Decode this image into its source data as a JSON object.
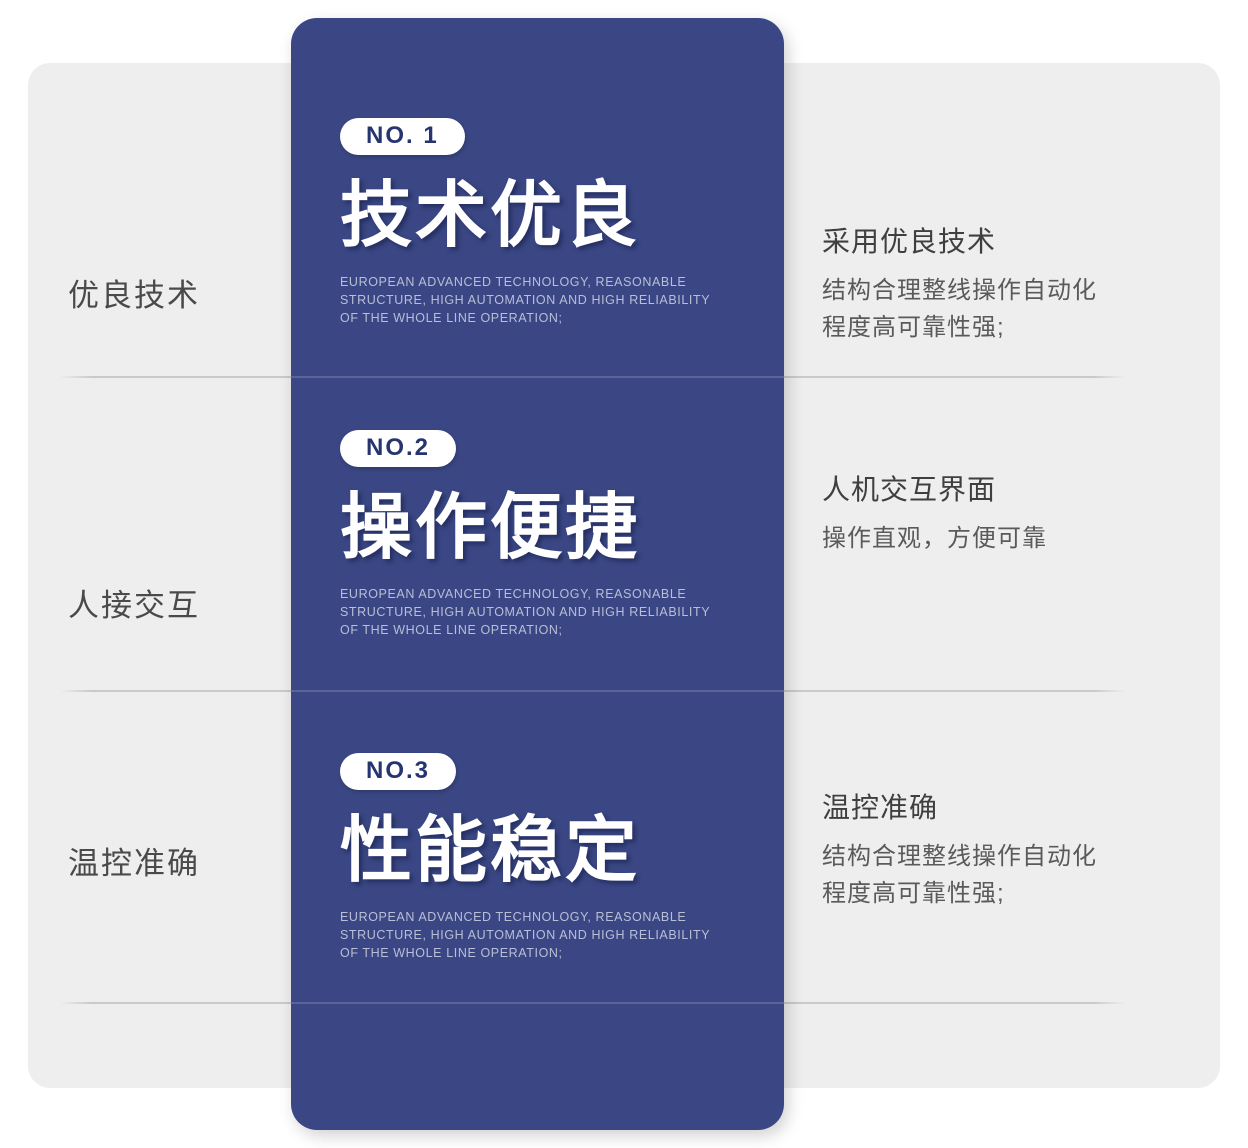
{
  "theme": {
    "card_blue": "#3a4784",
    "badge_text_blue": "#26356f",
    "backdrop_grey": "#eeeeee",
    "page_white": "#ffffff",
    "english_text_color": "#b9bfd6",
    "left_label_color": "#4a4a4a",
    "right_head_color": "#3f3f3f",
    "right_body_color": "#5a5a5a",
    "divider_color": "#c9c9c9"
  },
  "rows": [
    {
      "left_label": "优良技术",
      "badge": "NO. 1",
      "big_title": "技术优良",
      "english": "EUROPEAN ADVANCED TECHNOLOGY, REASONABLE STRUCTURE, HIGH AUTOMATION AND HIGH RELIABILITY OF THE WHOLE LINE OPERATION;",
      "right_head": "采用优良技术",
      "right_lines": [
        "结构合理整线操作自动化",
        "程度高可靠性强;"
      ]
    },
    {
      "left_label": "人接交互",
      "badge": "NO.2",
      "big_title": "操作便捷",
      "english": "EUROPEAN ADVANCED TECHNOLOGY, REASONABLE STRUCTURE, HIGH AUTOMATION AND HIGH RELIABILITY OF THE WHOLE LINE OPERATION;",
      "right_head": "人机交互界面",
      "right_lines": [
        "操作直观，方便可靠"
      ]
    },
    {
      "left_label": "温控准确",
      "badge": "NO.3",
      "big_title": "性能稳定",
      "english": "EUROPEAN ADVANCED TECHNOLOGY, REASONABLE STRUCTURE, HIGH AUTOMATION AND HIGH RELIABILITY OF THE WHOLE LINE OPERATION;",
      "right_head": "温控准确",
      "right_lines": [
        "结构合理整线操作自动化",
        "程度高可靠性强;"
      ]
    }
  ]
}
